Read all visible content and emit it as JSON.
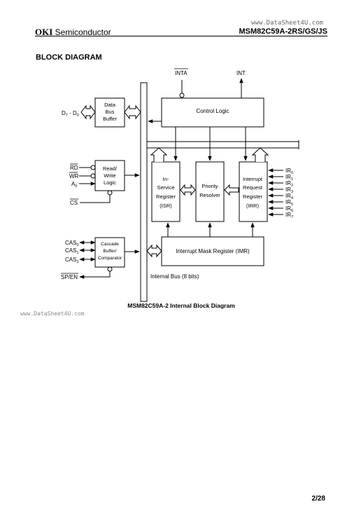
{
  "header": {
    "watermark_top": "www.DataSheet4U.com",
    "brand": "OKI",
    "brand_suffix": "Semiconductor",
    "part_number": "MSM82C59A-2RS/GS/JS"
  },
  "section_title": "BLOCK  DIAGRAM",
  "diagram": {
    "top_signals": {
      "inta": "INTA",
      "int": "INT"
    },
    "blocks": {
      "data_bus_buffer": [
        "Data",
        "Bus",
        "Buffer"
      ],
      "read_write_logic": [
        "Read/",
        "Write",
        "Logic"
      ],
      "cascade": [
        "Cascade",
        "Buffer/",
        "Comparator"
      ],
      "control_logic": "Control Logic",
      "isr": [
        "In-",
        "Service",
        "Register",
        "(ISR)"
      ],
      "priority_resolver": [
        "Priority",
        "Resolver"
      ],
      "irr": [
        "Interrupt",
        "Request",
        "Register",
        "(IRR)"
      ],
      "imr": "Interrupt Mask Register (IMR)"
    },
    "signals": {
      "data_bus": {
        "base": "D",
        "hi": "7",
        "sep": " - D",
        "lo": "0"
      },
      "rd": "RD",
      "wr": "WR",
      "a0": {
        "base": "A",
        "sub": "0"
      },
      "cs": "CS",
      "cas": [
        {
          "base": "CAS",
          "sub": "0"
        },
        {
          "base": "CAS",
          "sub": "1"
        },
        {
          "base": "CAS",
          "sub": "2"
        }
      ],
      "sp_en": "SP/EN",
      "ir": [
        {
          "base": "IR",
          "sub": "0"
        },
        {
          "base": "IR",
          "sub": "1"
        },
        {
          "base": "IR",
          "sub": "2"
        },
        {
          "base": "IR",
          "sub": "3"
        },
        {
          "base": "IR",
          "sub": "4"
        },
        {
          "base": "IR",
          "sub": "5"
        },
        {
          "base": "IR",
          "sub": "6"
        },
        {
          "base": "IR",
          "sub": "7"
        }
      ]
    },
    "internal_bus_label": "Internal Bus (8 bits)",
    "caption": "MSM82C59A-2 Internal Block Diagram"
  },
  "watermark_bottom": "www.DataSheet4U.com",
  "footer": {
    "page": "2/28"
  }
}
